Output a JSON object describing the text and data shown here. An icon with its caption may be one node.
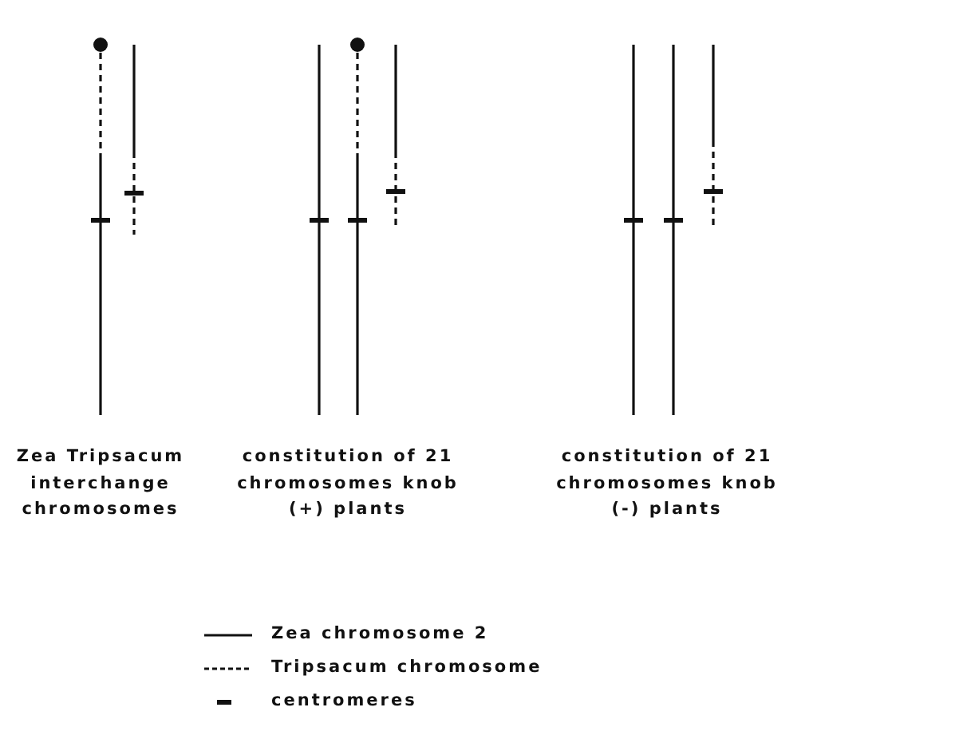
{
  "diagram": {
    "labels": [
      "Zea Tripsacum interchange chromosomes",
      "constitution of 21 chromosomes knob (+) plants",
      "constitution of 21 chromosomes knob (-) plants"
    ],
    "legend": [
      {
        "text": "Zea chromosome 2"
      },
      {
        "text": "Tripsacum chromosome"
      },
      {
        "text": "centromeres"
      }
    ]
  }
}
